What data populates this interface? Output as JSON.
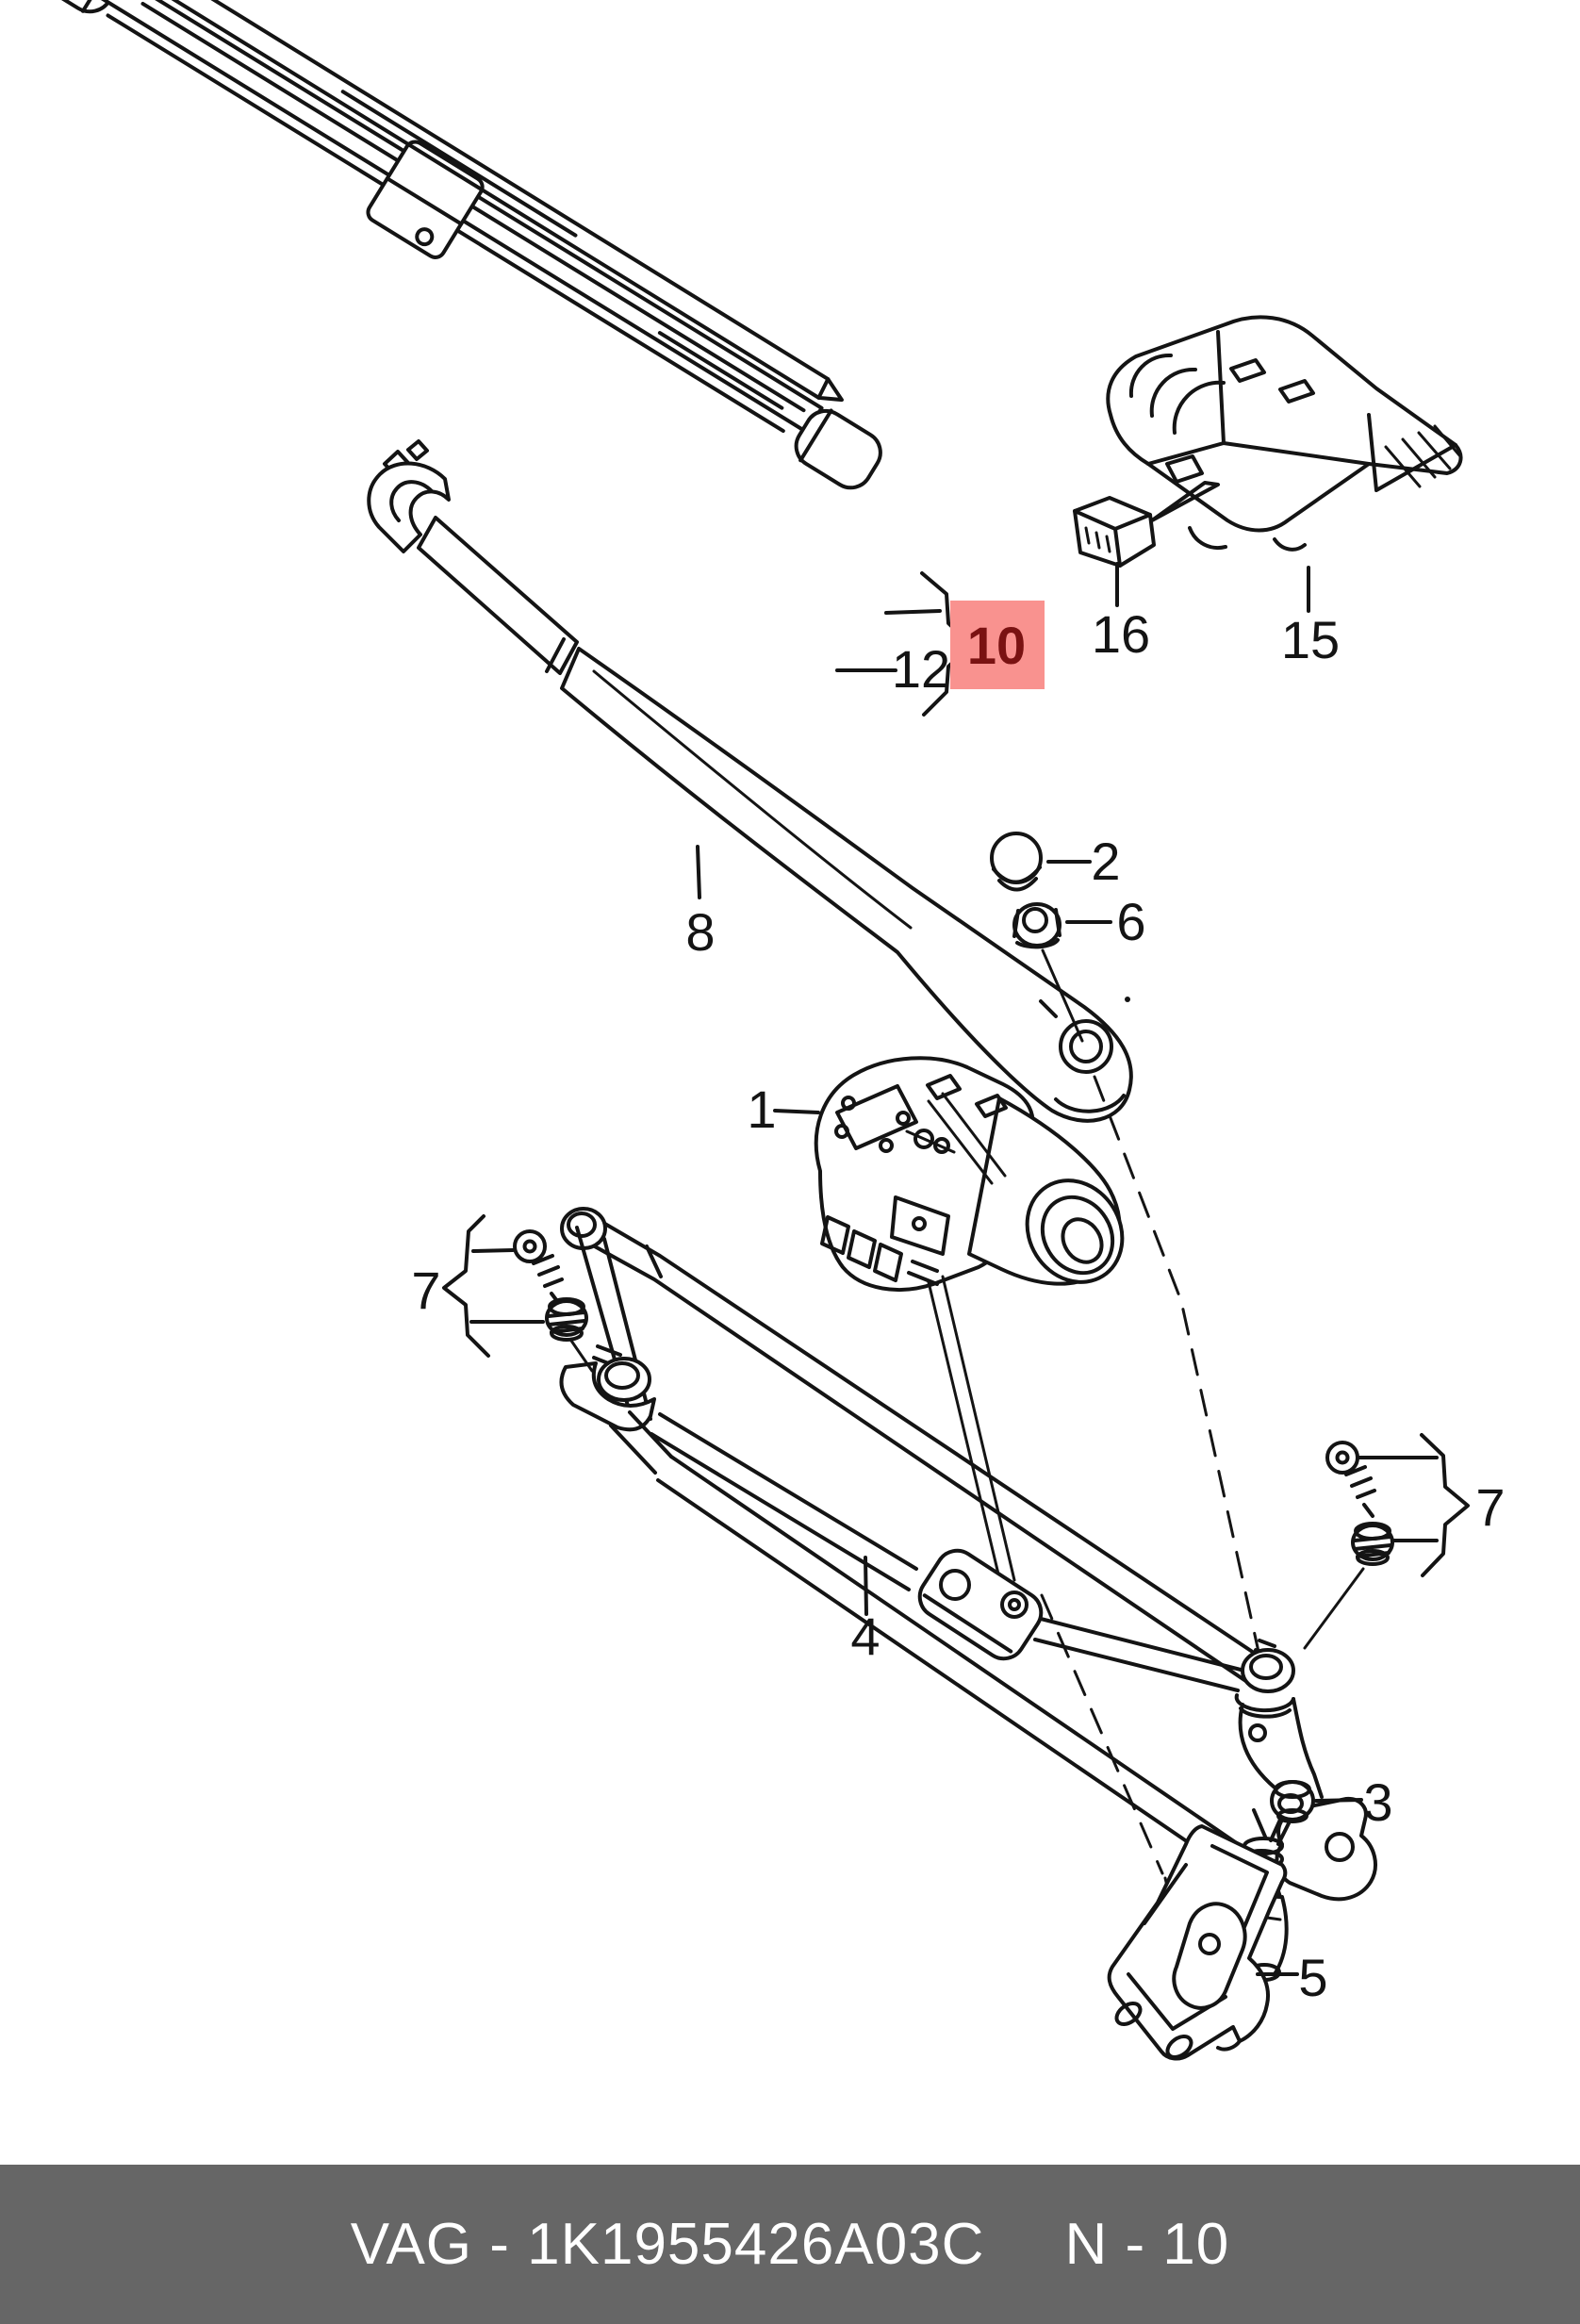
{
  "figure": {
    "type": "exploded-parts-diagram",
    "subject": "windshield wiper system (wiper motor, linkage, arm, blades, relay)",
    "highlight": {
      "part": "10",
      "background": "#f9928f",
      "text_color": "#7a1212"
    },
    "colors": {
      "line": "#141414",
      "background": "#ffffff",
      "footer_bar": "#666666",
      "footer_text": "#ffffff"
    }
  },
  "labels": {
    "n1": "1",
    "n2": "2",
    "n3": "3",
    "n4": "4",
    "n5": "5",
    "n6": "6",
    "n7_left": "7",
    "n7_right": "7",
    "n8": "8",
    "n10": "10",
    "n12": "12",
    "n15": "15",
    "n16": "16"
  },
  "footer": {
    "catalog_code": "VAG - 1K1955426A03C",
    "page_ref": "N - 10"
  }
}
